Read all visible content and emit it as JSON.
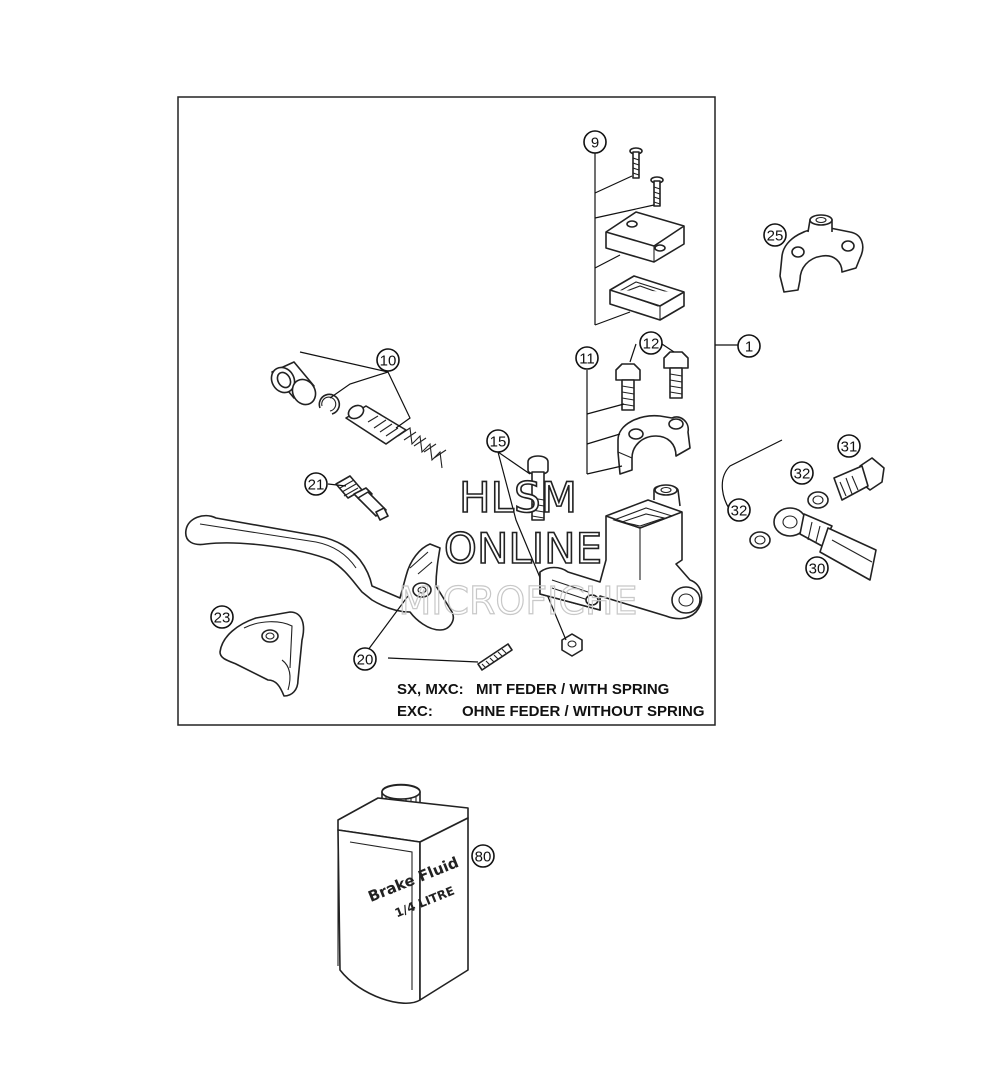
{
  "callouts": [
    {
      "id": "c1",
      "label": "1"
    },
    {
      "id": "c9",
      "label": "9"
    },
    {
      "id": "c10",
      "label": "10"
    },
    {
      "id": "c11",
      "label": "11"
    },
    {
      "id": "c12",
      "label": "12"
    },
    {
      "id": "c15",
      "label": "15"
    },
    {
      "id": "c20",
      "label": "20"
    },
    {
      "id": "c21",
      "label": "21"
    },
    {
      "id": "c23",
      "label": "23"
    },
    {
      "id": "c25",
      "label": "25"
    },
    {
      "id": "c30",
      "label": "30"
    },
    {
      "id": "c31",
      "label": "31"
    },
    {
      "id": "c32a",
      "label": "32"
    },
    {
      "id": "c32b",
      "label": "32"
    },
    {
      "id": "c80",
      "label": "80"
    }
  ],
  "notes": {
    "line1_models": "SX, MXC:",
    "line1_text": "MIT FEDER / WITH SPRING",
    "line2_models": "EXC:",
    "line2_text": "OHNE FEDER / WITHOUT SPRING"
  },
  "watermark": {
    "line1": "HLSM",
    "line2": "ONLINE",
    "line3": "MICROFICHE"
  },
  "brake_fluid_can": {
    "line1": "Brake Fluid",
    "line2": "1/4 LITRE"
  }
}
